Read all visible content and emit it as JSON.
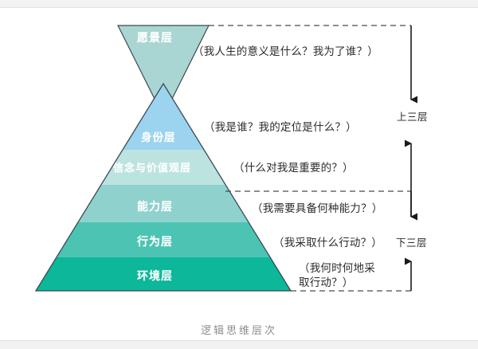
{
  "diagram": {
    "caption": "逻辑思维层次",
    "top_layer": {
      "name": "愿景层",
      "question": "（我人生的意义是什么？我为了谁？）",
      "color": "#a9d6d2"
    },
    "layers": [
      {
        "name": "身份层",
        "question": "（我是谁？我的定位是什么？）",
        "color": "#9cd3ef"
      },
      {
        "name": "信念与价值观层",
        "question": "（什么对我是重要的？）",
        "color": "#bce3e0"
      },
      {
        "name": "能力层",
        "question": "（我需要具备何种能力？）",
        "color": "#8fd2cd"
      },
      {
        "name": "行为层",
        "question": "（我采取什么行动？）",
        "color": "#4cc4b4"
      },
      {
        "name": "环境层",
        "question": "（我何时何地采取行动？）",
        "color": "#0cb79a"
      }
    ],
    "groups": {
      "upper": "上三层",
      "lower": "下三层"
    },
    "colors": {
      "outline": "#3b4a55",
      "arrow": "#1a1a1a",
      "dashed": "#4a4a4a",
      "caption": "#8e8e8e"
    }
  }
}
